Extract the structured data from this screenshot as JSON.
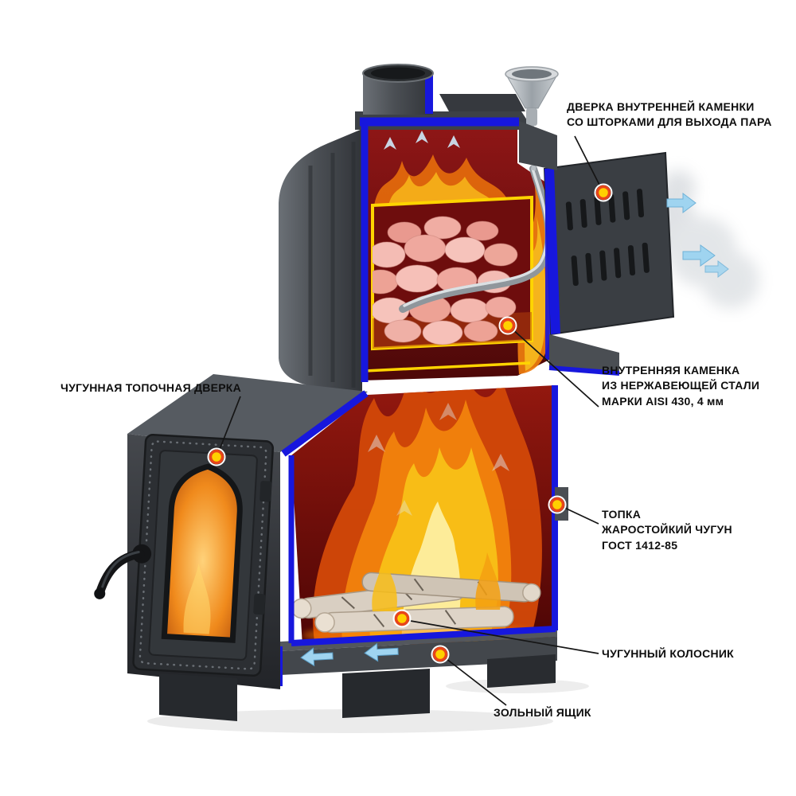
{
  "figure": {
    "type": "stove-cutaway-diagram",
    "description": "Cutaway illustration of a wood-burning sauna stove with callout labels",
    "background": "#ffffff"
  },
  "labels": {
    "kamenka_door": {
      "line1": "ДВЕРКА ВНУТРЕННЕЙ КАМЕНКИ",
      "line2": "СО ШТОРКАМИ ДЛЯ ВЫХОДА ПАРА"
    },
    "firebox_door": {
      "line1": "ЧУГУННАЯ ТОПОЧНАЯ ДВЕРКА"
    },
    "inner_kamenka": {
      "line1": "ВНУТРЕННЯЯ КАМЕНКА",
      "line2": "ИЗ НЕРЖАВЕЮЩЕЙ СТАЛИ",
      "line3": "МАРКИ AISI 430,  4 мм"
    },
    "firebox": {
      "line1": "ТОПКА",
      "line2": "ЖАРОСТОЙКИЙ ЧУГУН",
      "line3": "ГОСТ 1412-85"
    },
    "grate": {
      "line1": "ЧУГУННЫЙ КОЛОСНИК"
    },
    "ash_box": {
      "line1": "ЗОЛЬНЫЙ ЯЩИК"
    }
  },
  "colors": {
    "callout_dot_fill": "#ffd000",
    "callout_dot_ring": "#e8451a",
    "cut_edge_blue": "#1717dd",
    "kamenka_outline_yellow": "#ffd400",
    "steam_arrow_blue": "#9fd4f0",
    "body_gray": "#46494e",
    "interior_red": "#7c1212",
    "fire_orange": "#f07f0c",
    "stones_pink": "#f3b6ae",
    "leader_line": "#151515"
  }
}
